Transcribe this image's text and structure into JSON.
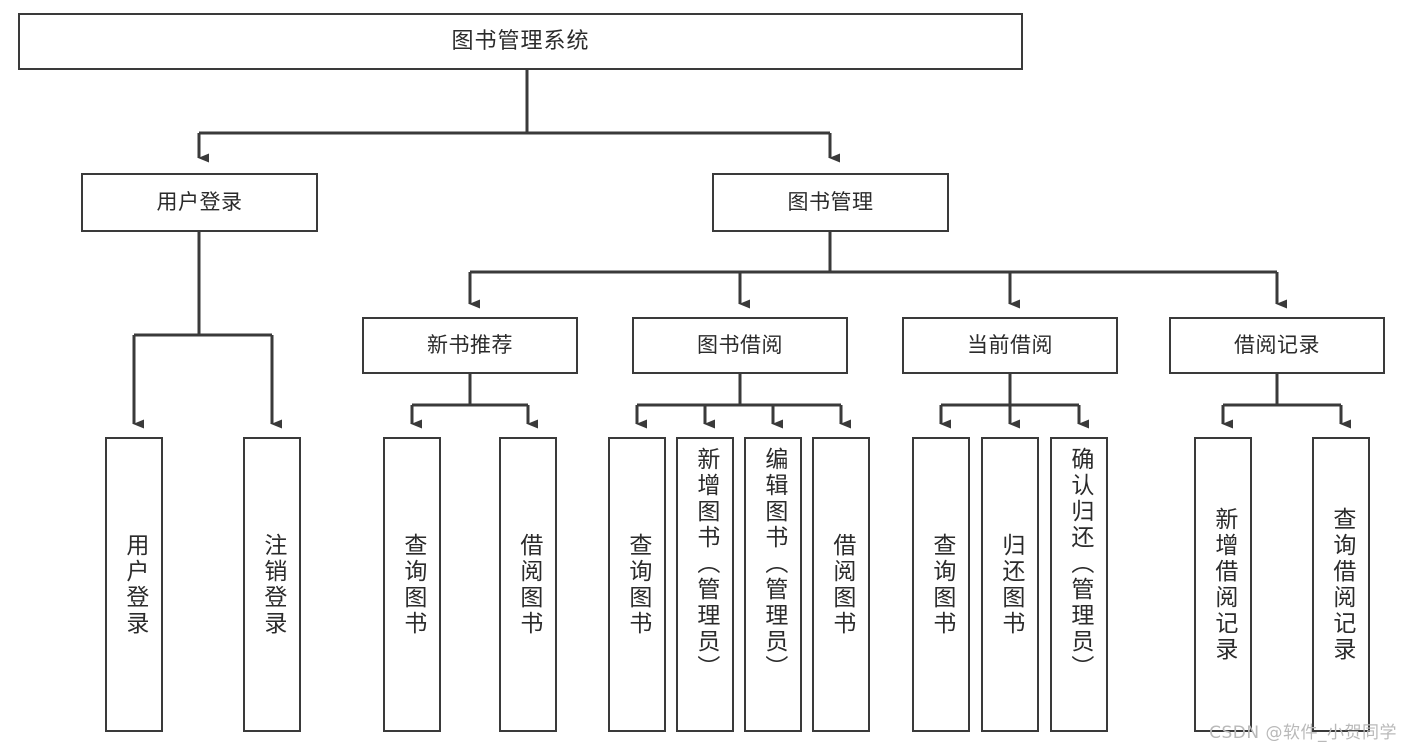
{
  "diagram": {
    "title": "图书管理系统",
    "root": {
      "label": "图书管理系统"
    },
    "level2": [
      {
        "label": "用户登录"
      },
      {
        "label": "图书管理"
      }
    ],
    "level3": [
      {
        "label": "新书推荐"
      },
      {
        "label": "图书借阅"
      },
      {
        "label": "当前借阅"
      },
      {
        "label": "借阅记录"
      }
    ],
    "leaves": {
      "user_login": [
        {
          "label": "用户登录"
        },
        {
          "label": "注销登录"
        }
      ],
      "new_book_recommend": [
        {
          "label": "查询图书"
        },
        {
          "label": "借阅图书"
        }
      ],
      "book_borrow": [
        {
          "label": "查询图书"
        },
        {
          "label": "新增图书（管理员）"
        },
        {
          "label": "编辑图书（管理员）"
        },
        {
          "label": "借阅图书"
        }
      ],
      "current_borrow": [
        {
          "label": "查询图书"
        },
        {
          "label": "归还图书"
        },
        {
          "label": "确认归还（管理员）"
        }
      ],
      "borrow_record": [
        {
          "label": "新增借阅记录"
        },
        {
          "label": "查询借阅记录"
        }
      ]
    }
  },
  "watermark": {
    "text": "CSDN @软件_小贺同学"
  },
  "colors": {
    "stroke": "#3a3a3a",
    "background": "#ffffff",
    "text": "#2b2b2b",
    "watermark": "#b9b9b9"
  }
}
